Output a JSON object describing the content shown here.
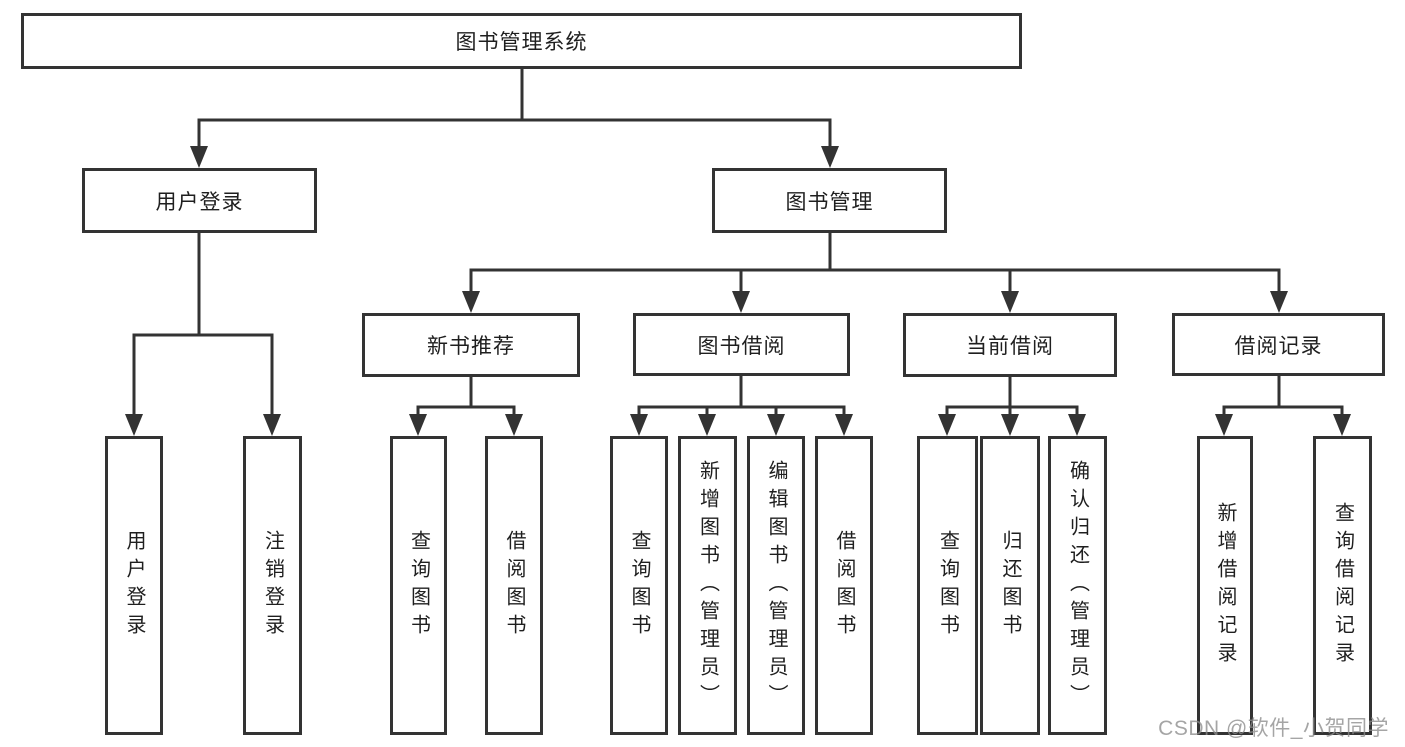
{
  "colors": {
    "background": "#ffffff",
    "line": "#333333",
    "box_border": "#333333",
    "text": "#1f1f1f",
    "watermark": "#8c8c8c"
  },
  "watermark": {
    "text": "CSDN @软件_小贺同学"
  },
  "diagram": {
    "type": "tree",
    "nodes": {
      "root": "图书管理系统",
      "user_login": "用户登录",
      "book_mgmt": "图书管理",
      "new_book_rec": "新书推荐",
      "book_borrow": "图书借阅",
      "current_borrow": "当前借阅",
      "borrow_record": "借阅记录",
      "leaf_user_login": "用户登录",
      "leaf_logout": "注销登录",
      "leaf_query_book_rec": "查询图书",
      "leaf_borrow_book_rec": "借阅图书",
      "leaf_query_book_borrow": "查询图书",
      "leaf_add_book_admin": "新增图书（管理员）",
      "leaf_edit_book_admin": "编辑图书（管理员）",
      "leaf_borrow_book_borrow": "借阅图书",
      "leaf_query_book_current": "查询图书",
      "leaf_return_book": "归还图书",
      "leaf_confirm_return_admin": "确认归还（管理员）",
      "leaf_add_borrow_record": "新增借阅记录",
      "leaf_query_borrow_record": "查询借阅记录"
    },
    "edges": [
      [
        "图书管理系统",
        "用户登录"
      ],
      [
        "图书管理系统",
        "图书管理"
      ],
      [
        "用户登录",
        "用户登录(子)"
      ],
      [
        "用户登录",
        "注销登录"
      ],
      [
        "图书管理",
        "新书推荐"
      ],
      [
        "图书管理",
        "图书借阅"
      ],
      [
        "图书管理",
        "当前借阅"
      ],
      [
        "图书管理",
        "借阅记录"
      ],
      [
        "新书推荐",
        "查询图书"
      ],
      [
        "新书推荐",
        "借阅图书"
      ],
      [
        "图书借阅",
        "查询图书"
      ],
      [
        "图书借阅",
        "新增图书（管理员）"
      ],
      [
        "图书借阅",
        "编辑图书（管理员）"
      ],
      [
        "图书借阅",
        "借阅图书"
      ],
      [
        "当前借阅",
        "查询图书"
      ],
      [
        "当前借阅",
        "归还图书"
      ],
      [
        "当前借阅",
        "确认归还（管理员）"
      ],
      [
        "借阅记录",
        "新增借阅记录"
      ],
      [
        "借阅记录",
        "查询借阅记录"
      ]
    ]
  }
}
